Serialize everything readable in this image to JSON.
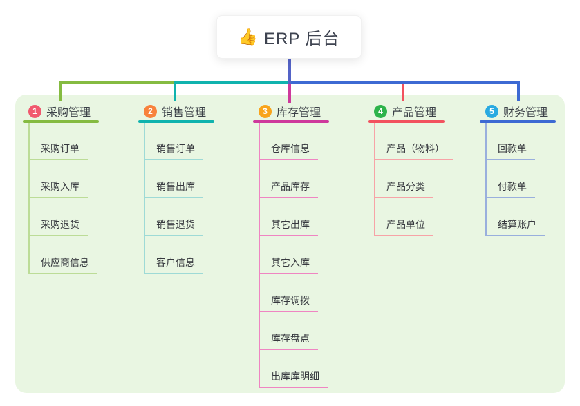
{
  "root": {
    "icon_char": "👍",
    "label": "ERP 后台"
  },
  "colors": {
    "root_line": "#5463c7",
    "panel_bg": "#e9f6e2",
    "title_text": "#3c4148",
    "item_text": "#37393f"
  },
  "branches": [
    {
      "num": "1",
      "title": "采购管理",
      "color": "#85bb41",
      "light": "#bcdc97",
      "badge": "#f1596e",
      "items": [
        "采购订单",
        "采购入库",
        "采购退货",
        "供应商信息"
      ]
    },
    {
      "num": "2",
      "title": "销售管理",
      "color": "#10b3ae",
      "light": "#9edad6",
      "badge": "#f8823c",
      "items": [
        "销售订单",
        "销售出库",
        "销售退货",
        "客户信息"
      ]
    },
    {
      "num": "3",
      "title": "库存管理",
      "color": "#ce399c",
      "light": "#ef85c2",
      "badge": "#f9a41b",
      "items": [
        "仓库信息",
        "产品库存",
        "其它出库",
        "其它入库",
        "库存调拨",
        "库存盘点",
        "出库库明细"
      ]
    },
    {
      "num": "4",
      "title": "产品管理",
      "color": "#f2525f",
      "light": "#f7a3a7",
      "badge": "#2db34a",
      "items": [
        "产品（物料）",
        "产品分类",
        "产品单位"
      ]
    },
    {
      "num": "5",
      "title": "财务管理",
      "color": "#3d6ad3",
      "light": "#99afdd",
      "badge": "#29aae1",
      "items": [
        "回款单",
        "付款单",
        "结算账户"
      ]
    }
  ]
}
